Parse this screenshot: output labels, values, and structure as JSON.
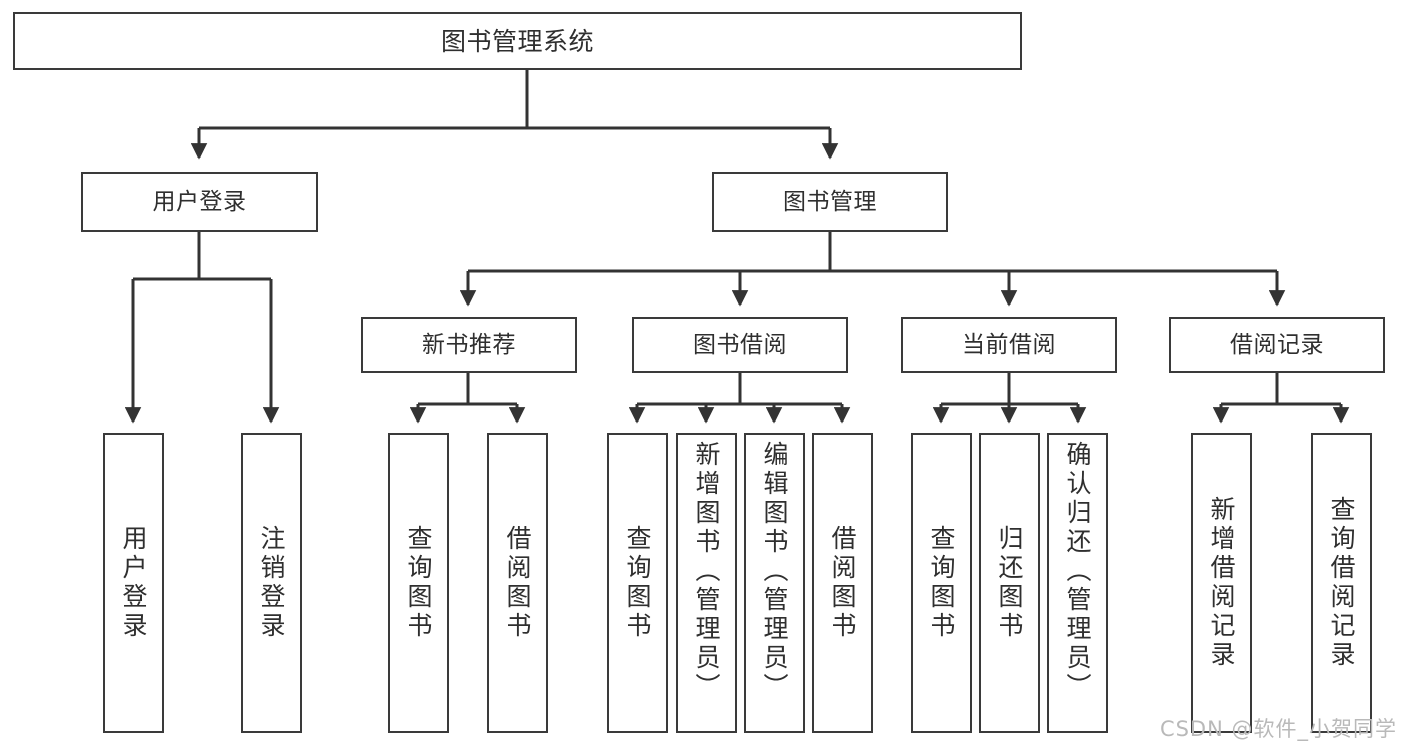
{
  "diagram": {
    "title": "图书管理系统",
    "type": "tree",
    "watermark": "CSDN @软件_小贺同学",
    "colors": {
      "box_border": "#3a3a3a",
      "box_fill": "#ffffff",
      "line": "#333333",
      "text": "#2f2f2f",
      "watermark": "#b9b9b9",
      "background": "#ffffff"
    },
    "nodes": {
      "root": {
        "label": "图书管理系统"
      },
      "level1": [
        {
          "label": "用户登录"
        },
        {
          "label": "图书管理"
        }
      ],
      "level2": [
        {
          "label": "新书推荐"
        },
        {
          "label": "图书借阅"
        },
        {
          "label": "当前借阅"
        },
        {
          "label": "借阅记录"
        }
      ],
      "leaves": {
        "user_login": [
          {
            "label": "用户登录"
          },
          {
            "label": "注销登录"
          }
        ],
        "new_book_recommend": [
          {
            "label": "查询图书"
          },
          {
            "label": "借阅图书"
          }
        ],
        "book_borrow": [
          {
            "label": "查询图书"
          },
          {
            "label": "新增图书（管理员）"
          },
          {
            "label": "编辑图书（管理员）"
          },
          {
            "label": "借阅图书"
          }
        ],
        "current_borrow": [
          {
            "label": "查询图书"
          },
          {
            "label": "归还图书"
          },
          {
            "label": "确认归还（管理员）"
          }
        ],
        "borrow_record": [
          {
            "label": "新增借阅记录"
          },
          {
            "label": "查询借阅记录"
          }
        ]
      }
    }
  }
}
